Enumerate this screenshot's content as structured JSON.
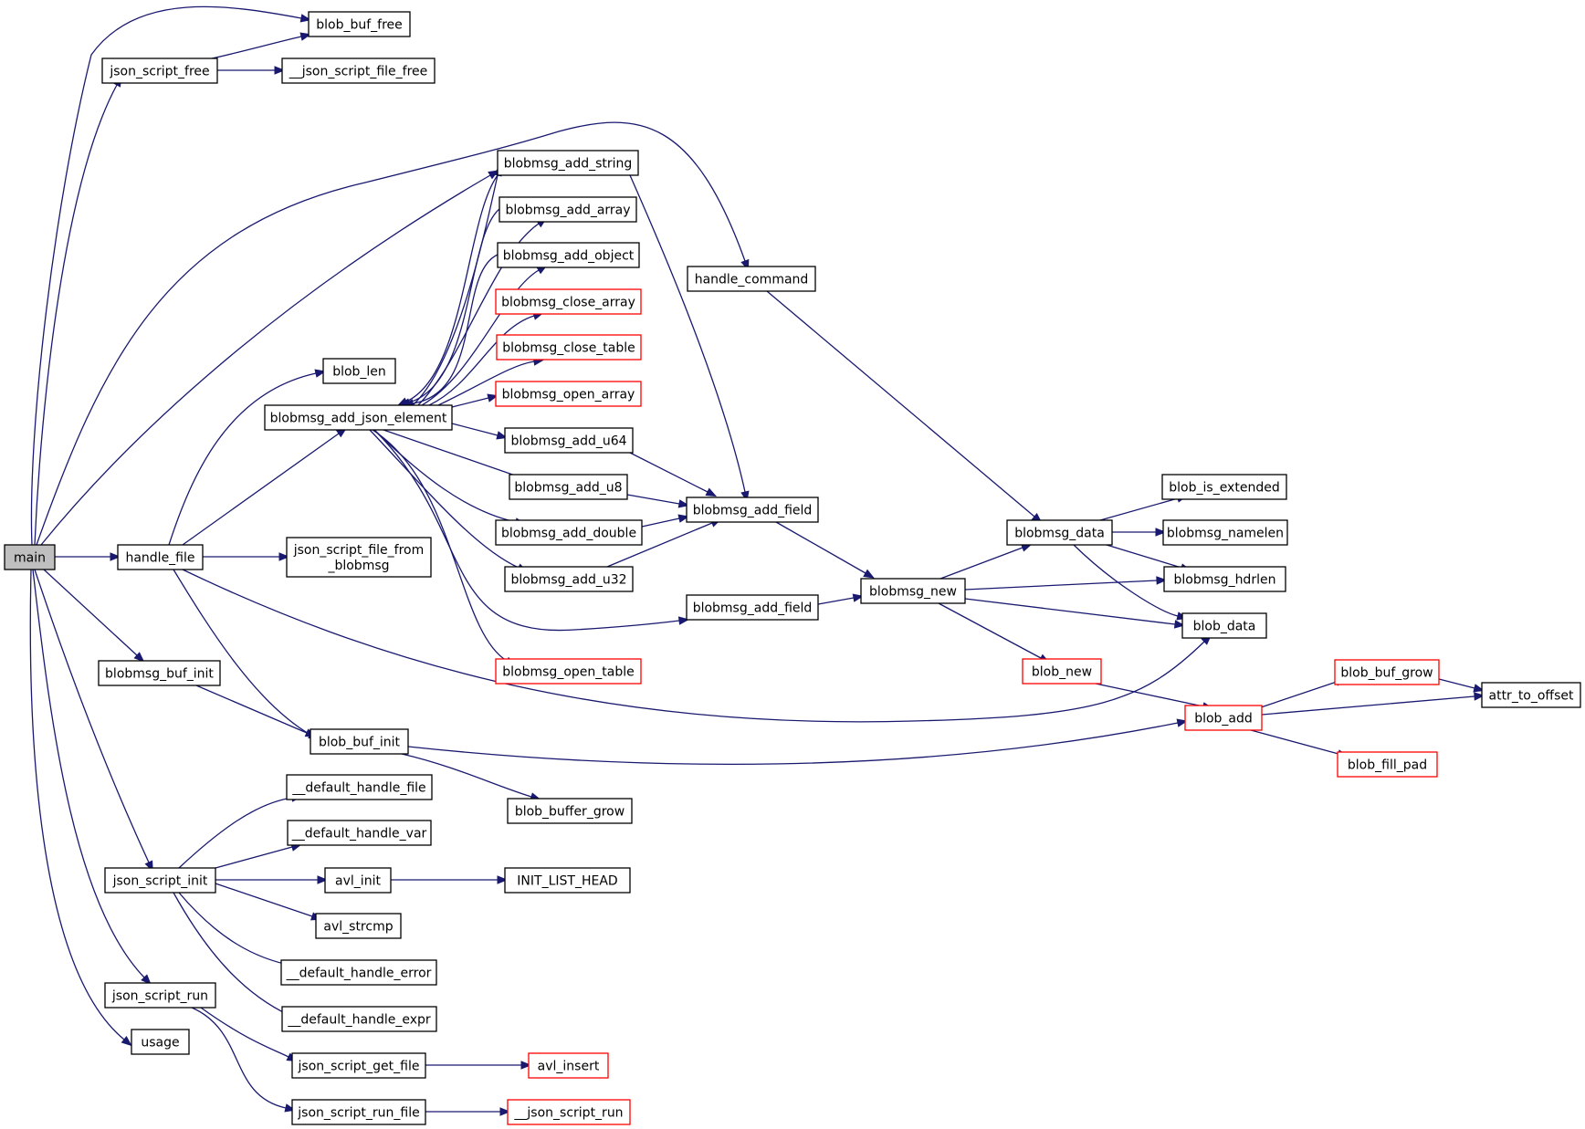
{
  "nodes": {
    "main": {
      "label": "main",
      "highlight": "root"
    },
    "blob_buf_free": {
      "label": "blob_buf_free"
    },
    "json_script_free": {
      "label": "json_script_free"
    },
    "json_script_file_free_u": {
      "label": "__json_script_file_free"
    },
    "blobmsg_add_string": {
      "label": "blobmsg_add_string"
    },
    "blobmsg_add_array": {
      "label": "blobmsg_add_array"
    },
    "blobmsg_add_object": {
      "label": "blobmsg_add_object"
    },
    "blobmsg_close_array": {
      "label": "blobmsg_close_array",
      "highlight": "red"
    },
    "blobmsg_close_table": {
      "label": "blobmsg_close_table",
      "highlight": "red"
    },
    "blobmsg_open_array": {
      "label": "blobmsg_open_array",
      "highlight": "red"
    },
    "blobmsg_add_u64": {
      "label": "blobmsg_add_u64"
    },
    "blobmsg_add_u8": {
      "label": "blobmsg_add_u8"
    },
    "blobmsg_add_double": {
      "label": "blobmsg_add_double"
    },
    "blobmsg_add_u32": {
      "label": "blobmsg_add_u32"
    },
    "blobmsg_open_table": {
      "label": "blobmsg_open_table",
      "highlight": "red"
    },
    "handle_command": {
      "label": "handle_command"
    },
    "blob_len": {
      "label": "blob_len"
    },
    "blobmsg_add_json_element": {
      "label": "blobmsg_add_json_element"
    },
    "handle_file": {
      "label": "handle_file"
    },
    "json_script_file_from_blobmsg": {
      "label": "json_script_file_from\n_blobmsg"
    },
    "blobmsg_add_field_1": {
      "label": "blobmsg_add_field"
    },
    "blobmsg_add_field_2": {
      "label": "blobmsg_add_field"
    },
    "blobmsg_new": {
      "label": "blobmsg_new"
    },
    "blobmsg_data": {
      "label": "blobmsg_data"
    },
    "blob_is_extended": {
      "label": "blob_is_extended"
    },
    "blobmsg_namelen": {
      "label": "blobmsg_namelen"
    },
    "blobmsg_hdrlen": {
      "label": "blobmsg_hdrlen"
    },
    "blob_data": {
      "label": "blob_data"
    },
    "blob_new": {
      "label": "blob_new",
      "highlight": "red"
    },
    "blob_add": {
      "label": "blob_add",
      "highlight": "red"
    },
    "blob_buf_grow": {
      "label": "blob_buf_grow",
      "highlight": "red"
    },
    "blob_fill_pad": {
      "label": "blob_fill_pad",
      "highlight": "red"
    },
    "attr_to_offset": {
      "label": "attr_to_offset"
    },
    "blobmsg_buf_init": {
      "label": "blobmsg_buf_init"
    },
    "blob_buf_init": {
      "label": "blob_buf_init"
    },
    "blob_buffer_grow": {
      "label": "blob_buffer_grow"
    },
    "default_handle_file": {
      "label": "__default_handle_file"
    },
    "default_handle_var": {
      "label": "__default_handle_var"
    },
    "json_script_init": {
      "label": "json_script_init"
    },
    "avl_init": {
      "label": "avl_init"
    },
    "INIT_LIST_HEAD": {
      "label": "INIT_LIST_HEAD"
    },
    "avl_strcmp": {
      "label": "avl_strcmp"
    },
    "default_handle_error": {
      "label": "__default_handle_error"
    },
    "default_handle_expr": {
      "label": "__default_handle_expr"
    },
    "json_script_run": {
      "label": "json_script_run"
    },
    "usage": {
      "label": "usage"
    },
    "json_script_get_file": {
      "label": "json_script_get_file"
    },
    "avl_insert": {
      "label": "avl_insert",
      "highlight": "red"
    },
    "json_script_run_file": {
      "label": "json_script_run_file"
    },
    "json_script_run_u": {
      "label": "__json_script_run",
      "highlight": "red"
    }
  },
  "edges": [
    [
      "main",
      "blob_buf_free"
    ],
    [
      "main",
      "json_script_free"
    ],
    [
      "main",
      "handle_command"
    ],
    [
      "main",
      "blobmsg_add_string"
    ],
    [
      "main",
      "handle_file"
    ],
    [
      "main",
      "blobmsg_buf_init"
    ],
    [
      "main",
      "json_script_init"
    ],
    [
      "main",
      "json_script_run"
    ],
    [
      "main",
      "usage"
    ],
    [
      "json_script_free",
      "blob_buf_free"
    ],
    [
      "json_script_free",
      "json_script_file_free_u"
    ],
    [
      "handle_file",
      "blob_len"
    ],
    [
      "handle_file",
      "blobmsg_add_json_element"
    ],
    [
      "handle_file",
      "json_script_file_from_blobmsg"
    ],
    [
      "handle_file",
      "blob_data"
    ],
    [
      "handle_file",
      "blob_buf_init"
    ],
    [
      "blobmsg_add_json_element",
      "blobmsg_add_string"
    ],
    [
      "blobmsg_add_json_element",
      "blobmsg_add_array"
    ],
    [
      "blobmsg_add_json_element",
      "blobmsg_add_object"
    ],
    [
      "blobmsg_add_json_element",
      "blobmsg_close_array"
    ],
    [
      "blobmsg_add_json_element",
      "blobmsg_close_table"
    ],
    [
      "blobmsg_add_json_element",
      "blobmsg_open_array"
    ],
    [
      "blobmsg_add_json_element",
      "blobmsg_add_u64"
    ],
    [
      "blobmsg_add_json_element",
      "blobmsg_add_u8"
    ],
    [
      "blobmsg_add_json_element",
      "blobmsg_add_double"
    ],
    [
      "blobmsg_add_json_element",
      "blobmsg_add_u32"
    ],
    [
      "blobmsg_add_json_element",
      "blobmsg_open_table"
    ],
    [
      "blobmsg_add_json_element",
      "blobmsg_add_field_2"
    ],
    [
      "blobmsg_add_string",
      "blobmsg_add_json_element"
    ],
    [
      "blobmsg_add_array",
      "blobmsg_add_json_element"
    ],
    [
      "blobmsg_add_object",
      "blobmsg_add_json_element"
    ],
    [
      "blobmsg_add_string",
      "blobmsg_add_field_1"
    ],
    [
      "blobmsg_add_u64",
      "blobmsg_add_field_1"
    ],
    [
      "blobmsg_add_u8",
      "blobmsg_add_field_1"
    ],
    [
      "blobmsg_add_double",
      "blobmsg_add_field_1"
    ],
    [
      "blobmsg_add_u32",
      "blobmsg_add_field_1"
    ],
    [
      "blobmsg_add_field_1",
      "blobmsg_new"
    ],
    [
      "blobmsg_add_field_2",
      "blobmsg_new"
    ],
    [
      "handle_command",
      "blobmsg_data"
    ],
    [
      "blobmsg_new",
      "blobmsg_data"
    ],
    [
      "blobmsg_new",
      "blobmsg_hdrlen"
    ],
    [
      "blobmsg_new",
      "blob_data"
    ],
    [
      "blobmsg_new",
      "blob_new"
    ],
    [
      "blobmsg_data",
      "blob_is_extended"
    ],
    [
      "blobmsg_data",
      "blobmsg_namelen"
    ],
    [
      "blobmsg_data",
      "blobmsg_hdrlen"
    ],
    [
      "blobmsg_data",
      "blob_data"
    ],
    [
      "blob_new",
      "blob_add"
    ],
    [
      "blob_add",
      "blob_buf_grow"
    ],
    [
      "blob_add",
      "attr_to_offset"
    ],
    [
      "blob_add",
      "blob_fill_pad"
    ],
    [
      "blob_buf_grow",
      "attr_to_offset"
    ],
    [
      "blobmsg_buf_init",
      "blob_buf_init"
    ],
    [
      "blob_buf_init",
      "blob_add"
    ],
    [
      "blob_buf_init",
      "blob_buffer_grow"
    ],
    [
      "json_script_init",
      "default_handle_file"
    ],
    [
      "json_script_init",
      "default_handle_var"
    ],
    [
      "json_script_init",
      "avl_init"
    ],
    [
      "json_script_init",
      "avl_strcmp"
    ],
    [
      "json_script_init",
      "default_handle_error"
    ],
    [
      "json_script_init",
      "default_handle_expr"
    ],
    [
      "avl_init",
      "INIT_LIST_HEAD"
    ],
    [
      "json_script_run",
      "json_script_get_file"
    ],
    [
      "json_script_run",
      "json_script_run_file"
    ],
    [
      "json_script_get_file",
      "avl_insert"
    ],
    [
      "json_script_run_file",
      "json_script_run_u"
    ]
  ]
}
